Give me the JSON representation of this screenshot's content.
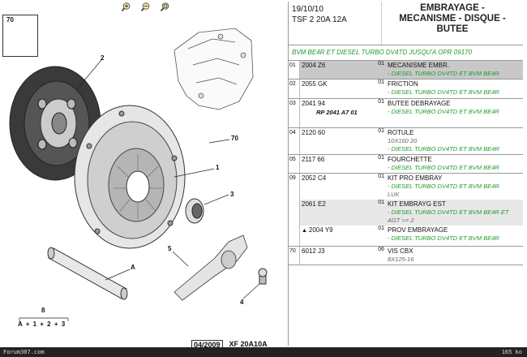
{
  "toolbar": {
    "icons": [
      "zoom-in-icon",
      "zoom-out-icon",
      "zoom-fit-icon"
    ]
  },
  "diagram": {
    "inset_label": "70",
    "callouts": {
      "c2": "2",
      "c70": "70",
      "c1": "1",
      "c3": "3",
      "c5": "5",
      "cA": "A",
      "c4": "4",
      "c8": "8"
    },
    "formula": "A + 1 + 2 + 3",
    "ref_date": "04/2009",
    "ref_code": "XF 20A10A"
  },
  "header": {
    "date": "19/10/10",
    "model": "TSF 2 20A 12A",
    "title_line1": "EMBRAYAGE -",
    "title_line2": "MECANISME - DISQUE -",
    "title_line3": "BUTEE"
  },
  "filter_text": "BVM BE4R ET DIESEL TURBO DV4TD JUSQU'A OPR 09170",
  "parts": [
    {
      "num": "01",
      "rows": [
        {
          "code": "2004 Z6",
          "qty": "01",
          "name": "MECANISME EMBR.",
          "note": "- DIESEL TURBO DV4TD ET BVM BE4R",
          "state": "selected"
        }
      ]
    },
    {
      "num": "02",
      "rows": [
        {
          "code": "2055 GK",
          "qty": "01",
          "name": "FRICTION",
          "note": "- DIESEL TURBO DV4TD ET BVM BE4R",
          "state": ""
        }
      ]
    },
    {
      "num": "03",
      "rows": [
        {
          "code": "2041 94",
          "qty": "01",
          "name": "BUTEE DEBRAYAGE",
          "note": "- DIESEL TURBO DV4TD ET BVM BE4R",
          "rp": "RP 2041 A7 01",
          "state": ""
        }
      ]
    },
    {
      "num": "04",
      "rows": [
        {
          "code": "2120 60",
          "qty": "01",
          "name": "ROTULE",
          "note": "10X160 20",
          "note2": "- DIESEL TURBO DV4TD ET BVM BE4R",
          "state": ""
        }
      ]
    },
    {
      "num": "05",
      "rows": [
        {
          "code": "2117 66",
          "qty": "01",
          "name": "FOURCHETTE",
          "note": "- DIESEL TURBO DV4TD ET BVM BE4R",
          "state": ""
        }
      ]
    },
    {
      "num": "09",
      "rows": [
        {
          "code": "2052 C4",
          "qty": "01",
          "name": "KIT PRO EMBRAY",
          "note": "- DIESEL TURBO DV4TD ET BVM BE4R",
          "note2": "LUK",
          "state": ""
        },
        {
          "code": "2061 E2",
          "qty": "01",
          "name": "KIT EMBRAYG EST",
          "note": "- DIESEL TURBO DV4TD ET BVM BE4R ET",
          "note2": "AGT >= 2",
          "state": "hl"
        },
        {
          "code": "2004 Y9",
          "qty": "01",
          "name": "PROV EMBRAYAGE",
          "note": "- DIESEL TURBO DV4TD ET BVM BE4R",
          "warn": true,
          "state": ""
        }
      ]
    },
    {
      "num": "70",
      "rows": [
        {
          "code": "6012 J3",
          "qty": "06",
          "name": "VIS CBX",
          "note": "8X125-16",
          "state": ""
        }
      ]
    }
  ],
  "status": {
    "left": "Forum307.com",
    "right": "165 ko"
  },
  "colors": {
    "note_green": "#1d9c2a",
    "selected_row": "#c8c8c8",
    "status_bg": "#222222"
  }
}
